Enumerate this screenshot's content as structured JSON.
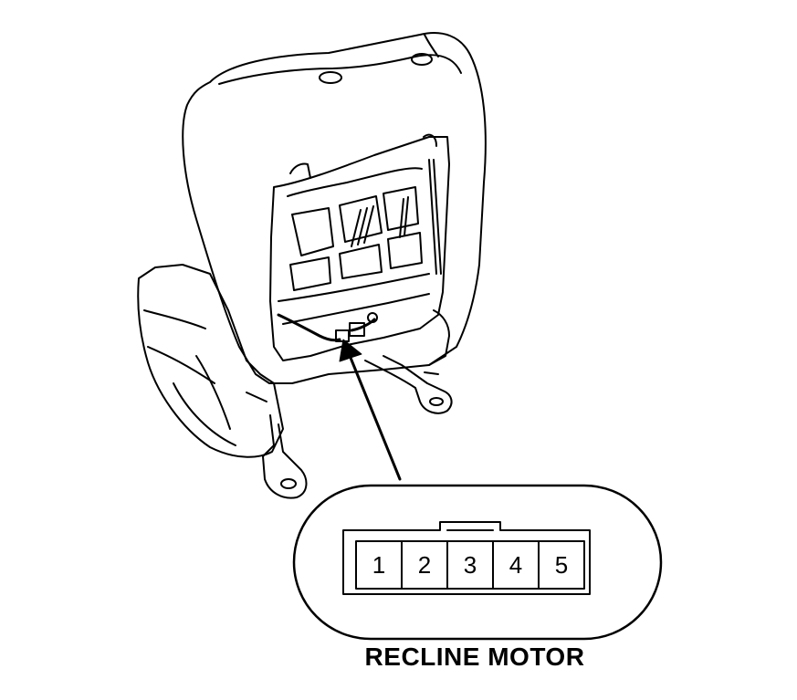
{
  "caption": "RECLINE MOTOR",
  "connector": {
    "pins": [
      {
        "label": "1"
      },
      {
        "label": "2"
      },
      {
        "label": "3"
      },
      {
        "label": "4"
      },
      {
        "label": "5"
      }
    ]
  },
  "colors": {
    "line": "#000000",
    "background": "#ffffff"
  }
}
